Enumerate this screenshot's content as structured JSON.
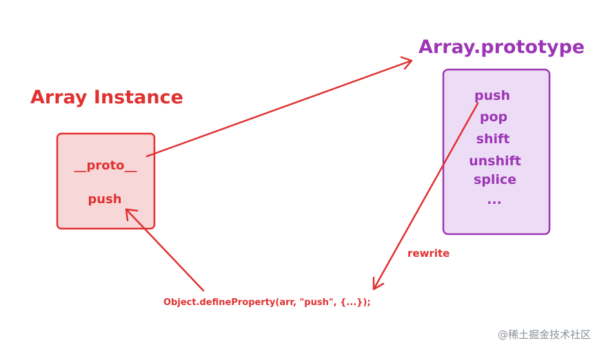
{
  "instance": {
    "title": "Array Instance",
    "fields": [
      "__proto__",
      "push"
    ]
  },
  "prototype": {
    "title": "Array.prototype",
    "methods": [
      "push",
      "pop",
      "shift",
      "unshift",
      "splice",
      "..."
    ]
  },
  "labels": {
    "rewrite": "rewrite",
    "code": "Object.defineProperty(arr, \"push\", {...});"
  },
  "watermark": "@稀土掘金技术社区",
  "colors": {
    "red": "#e03131",
    "red_fill": "#f8d7d9",
    "purple": "#9c36b5",
    "purple_fill": "#eddcf5",
    "background": "#ffffff"
  }
}
